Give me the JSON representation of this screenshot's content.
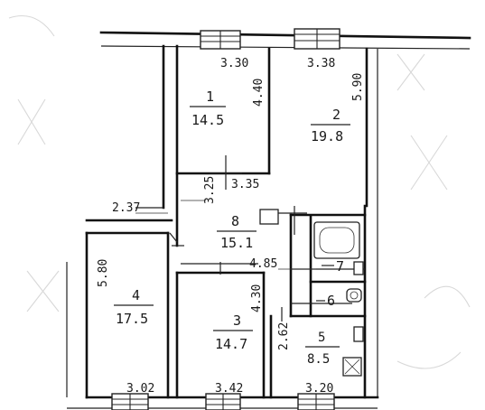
{
  "rooms": [
    {
      "id": "1",
      "num": "1",
      "area": "14.5"
    },
    {
      "id": "2",
      "num": "2",
      "area": "19.8"
    },
    {
      "id": "3",
      "num": "3",
      "area": "14.7"
    },
    {
      "id": "4",
      "num": "4",
      "area": "17.5"
    },
    {
      "id": "5",
      "num": "5",
      "area": "8.5"
    },
    {
      "id": "6",
      "num": "6"
    },
    {
      "id": "7",
      "num": "7"
    },
    {
      "id": "8",
      "num": "8",
      "area": "15.1"
    }
  ],
  "dimensions": {
    "r1_width": "3.30",
    "r1_depth": "4.40",
    "r2_width": "3.38",
    "r2_depth": "5.90",
    "r1_bottom": "3.35",
    "hall_depth": "3.25",
    "corridor_width": "2.37",
    "r4_depth": "5.80",
    "hall_length": "4.85",
    "r3_depth": "4.30",
    "r5_depth": "2.62",
    "r4_bottom": "3.02",
    "r3_bottom": "3.42",
    "r5_bottom": "3.20"
  }
}
